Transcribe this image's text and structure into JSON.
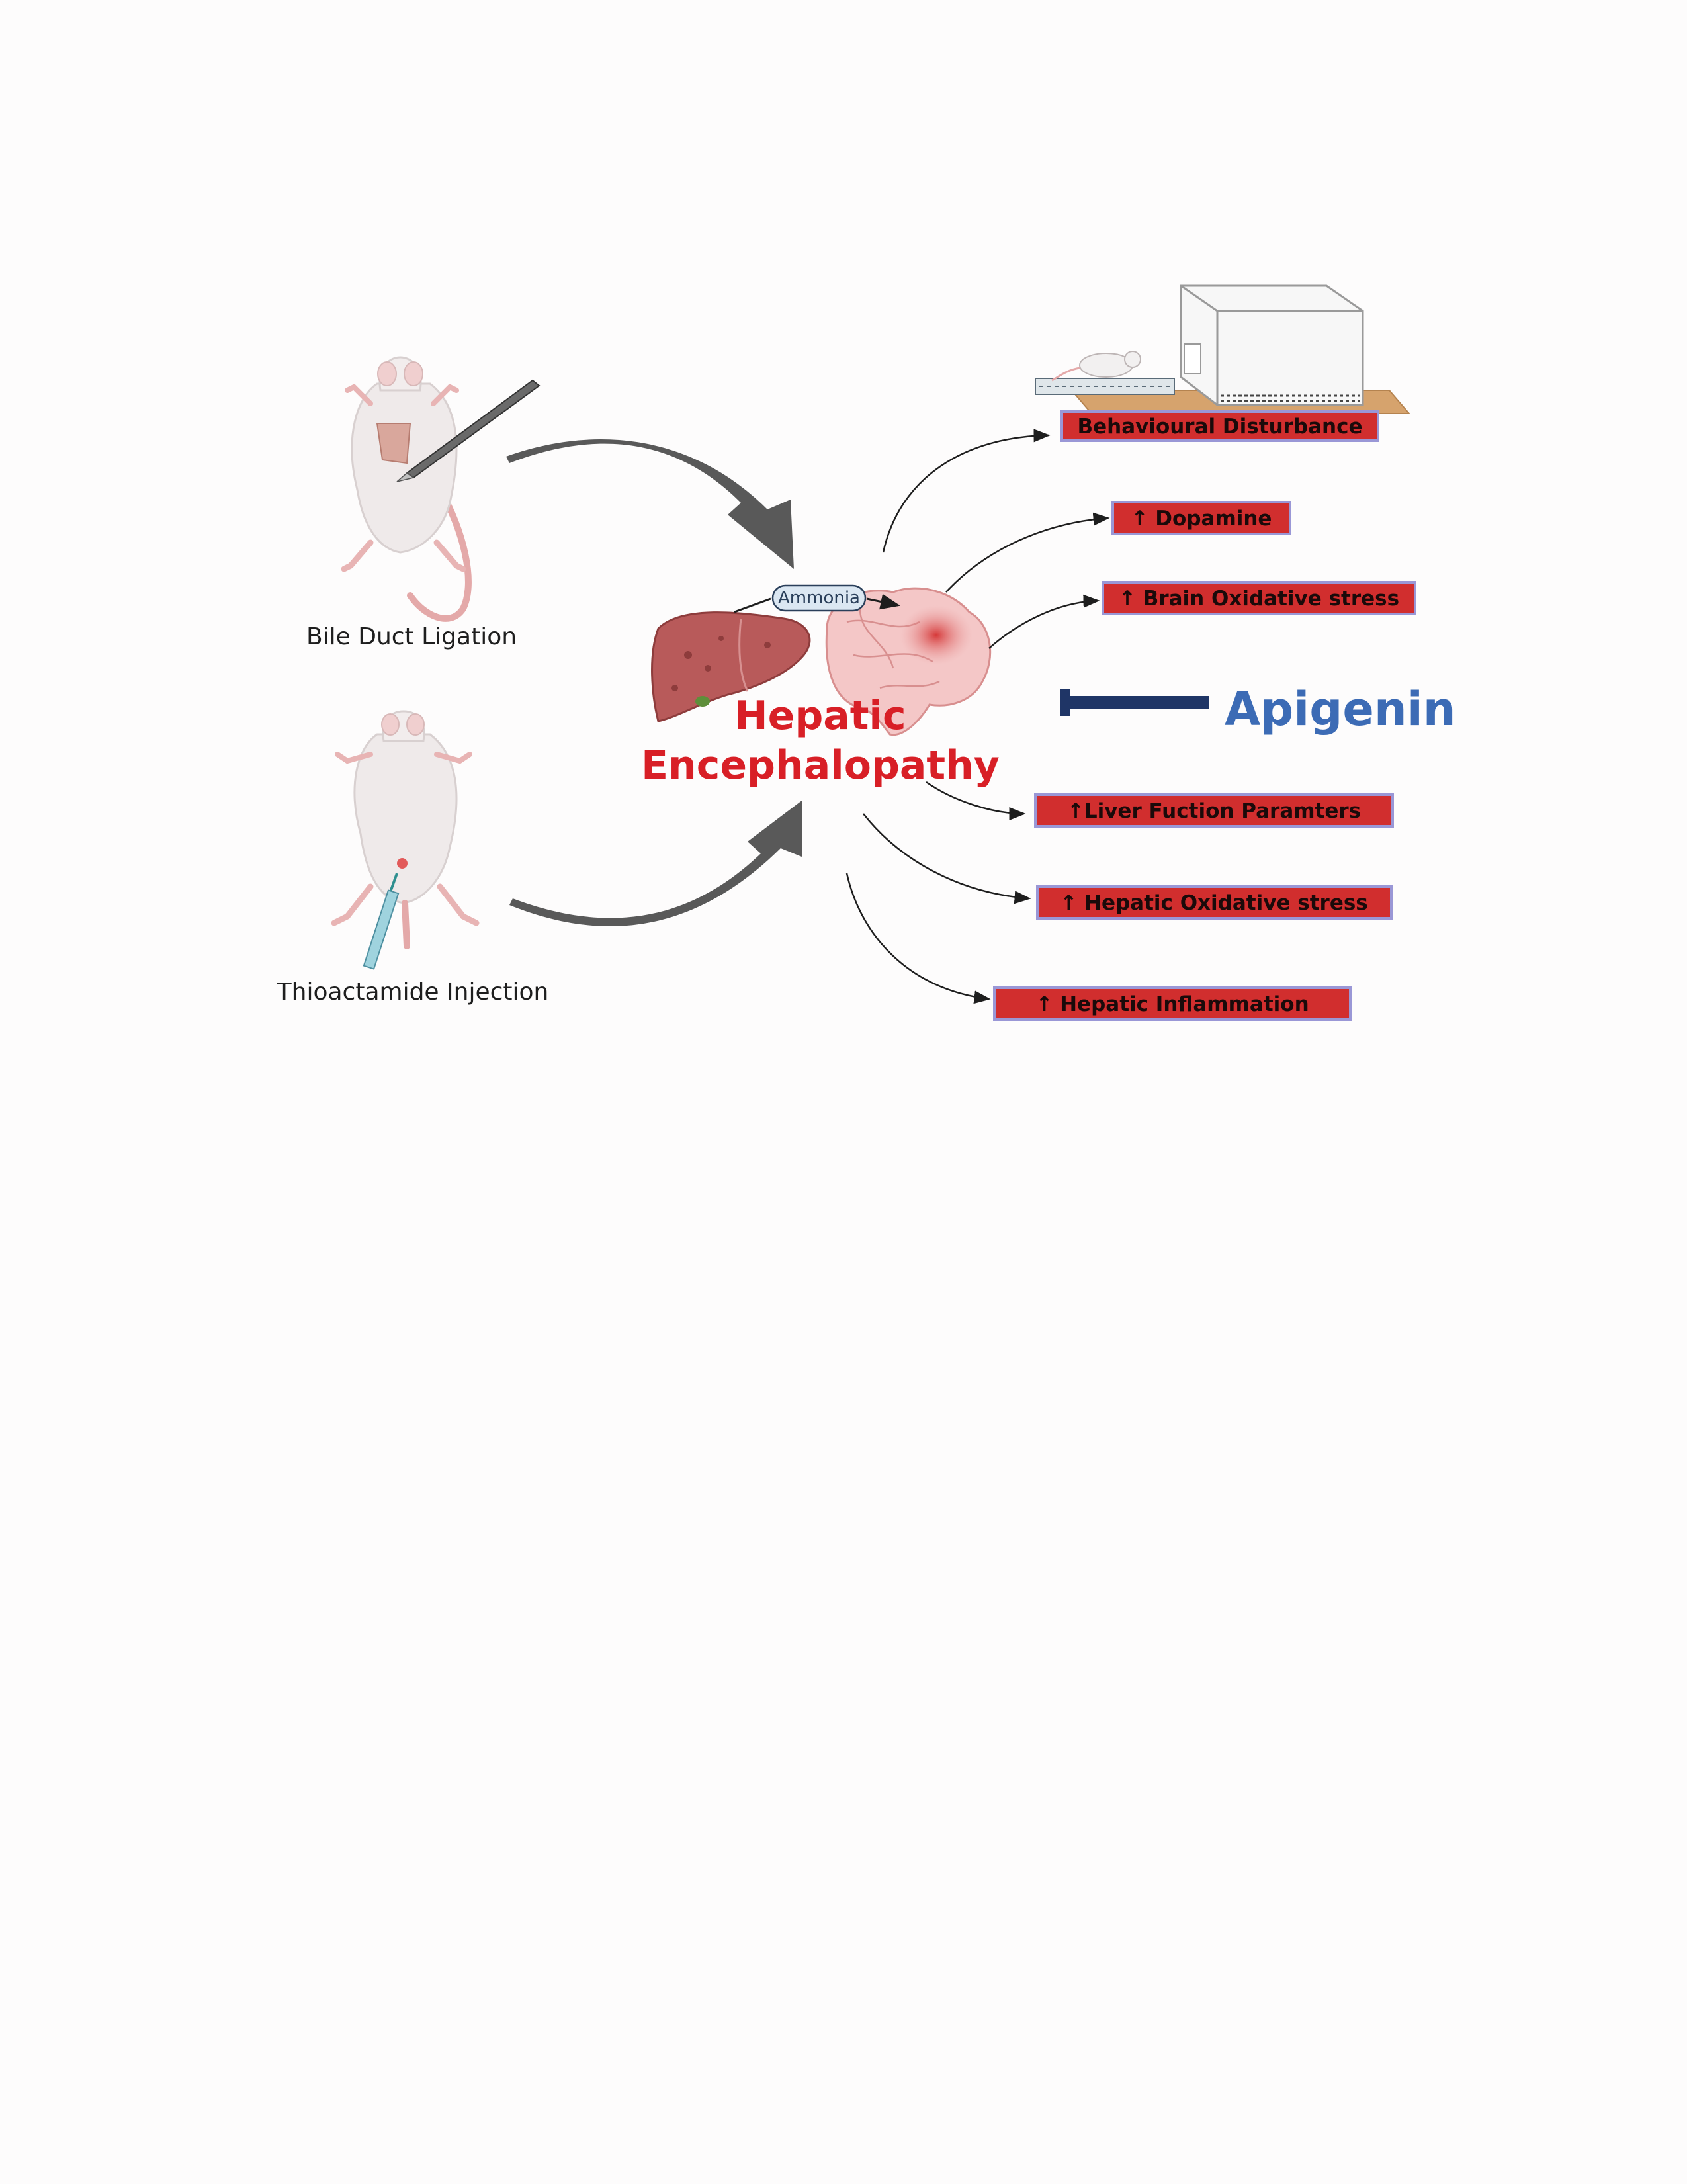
{
  "models": {
    "bdl_label": "Bile Duct Ligation",
    "taa_label": "Thioactamide Injection"
  },
  "center": {
    "ammonia_label": "Ammonia",
    "title_line1": "Hepatic",
    "title_line2": "Encephalopathy"
  },
  "outcomes": [
    "Behavioural Disturbance",
    "↑ Dopamine",
    "↑ Brain Oxidative stress",
    "↑Liver Fuction Paramters",
    "↑ Hepatic Oxidative stress",
    "↑ Hepatic Inflammation"
  ],
  "inhibitor": {
    "label": "Apigenin"
  },
  "colors": {
    "outcome_box_fill": "#d12e2e",
    "outcome_box_border": "#9a97d6",
    "title_red": "#d81f26",
    "apigenin_blue": "#3c6bb5",
    "inhibitor_bar": "#1f3566",
    "big_arrow": "#595959"
  }
}
